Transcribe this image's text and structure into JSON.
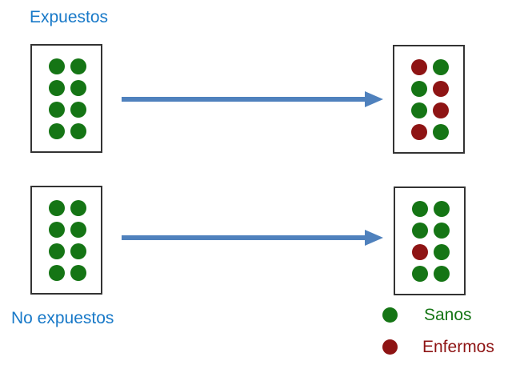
{
  "groups": {
    "exposed": {
      "label": "Expuestos",
      "before": [
        "healthy",
        "healthy",
        "healthy",
        "healthy",
        "healthy",
        "healthy",
        "healthy",
        "healthy"
      ],
      "after": [
        "sick",
        "healthy",
        "healthy",
        "sick",
        "healthy",
        "sick",
        "sick",
        "healthy"
      ]
    },
    "unexposed": {
      "label": "No expuestos",
      "before": [
        "healthy",
        "healthy",
        "healthy",
        "healthy",
        "healthy",
        "healthy",
        "healthy",
        "healthy"
      ],
      "after": [
        "healthy",
        "healthy",
        "healthy",
        "healthy",
        "sick",
        "healthy",
        "healthy",
        "healthy"
      ]
    }
  },
  "legend": {
    "items": [
      {
        "label": "Sanos",
        "state": "healthy"
      },
      {
        "label": "Enfermos",
        "state": "sick"
      }
    ]
  },
  "colors": {
    "healthy": "#157515",
    "sick": "#8e1414",
    "arrow": "#4f81bd",
    "group_label": "#1879c8",
    "box_border": "#333333",
    "background": "#ffffff"
  }
}
